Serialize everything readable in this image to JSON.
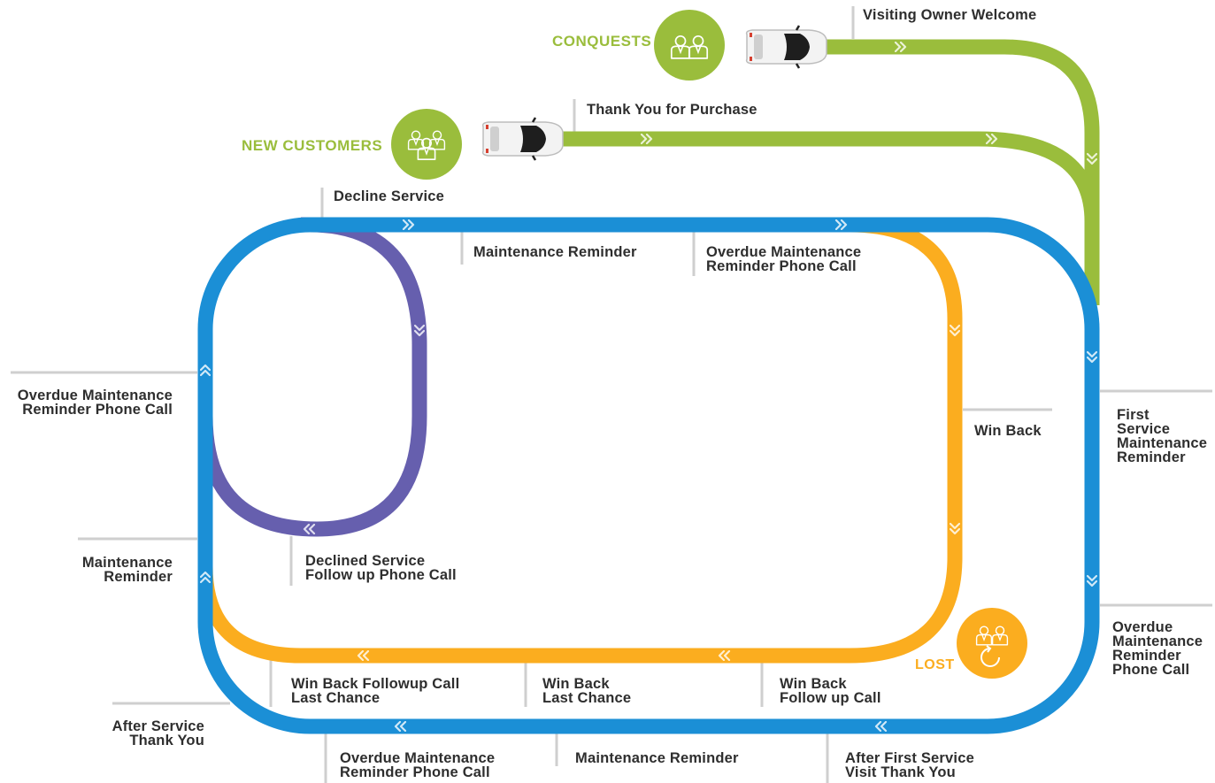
{
  "colors": {
    "green": "#9abd3c",
    "blue": "#1b8fd6",
    "purple": "#665fae",
    "orange": "#fbad1f",
    "tick": "#cfcfcf",
    "text": "#2e2e2e"
  },
  "segments": {
    "conquests": "CONQUESTS",
    "new_customers": "NEW CUSTOMERS",
    "lost": "LOST"
  },
  "labels": {
    "visiting_owner_welcome": "Visiting Owner Welcome",
    "thank_you_purchase": "Thank You for Purchase",
    "decline_service": "Decline Service",
    "maintenance_reminder_top": "Maintenance Reminder",
    "overdue_top_line1": "Overdue Maintenance",
    "overdue_top_line2": "Reminder Phone Call",
    "overdue_left_line1": "Overdue Maintenance",
    "overdue_left_line2": "Reminder Phone Call",
    "win_back": "Win Back",
    "first_service_line1": "First",
    "first_service_line2": "Service",
    "first_service_line3": "Maintenance",
    "first_service_line4": "Reminder",
    "maint_left_line1": "Maintenance",
    "maint_left_line2": "Reminder",
    "declined_line1": "Declined Service",
    "declined_line2": "Follow up Phone Call",
    "overdue_right_line1": "Overdue",
    "overdue_right_line2": "Maintenance",
    "overdue_right_line3": "Reminder",
    "overdue_right_line4": "Phone Call",
    "winback_followup_line1": "Win Back Followup Call",
    "winback_followup_line2": "Last Chance",
    "winback_last_line1": "Win Back",
    "winback_last_line2": "Last Chance",
    "winback_follow_line1": "Win Back",
    "winback_follow_line2": "Follow up Call",
    "after_service_line1": "After Service",
    "after_service_line2": "Thank You",
    "overdue_bottom_line1": "Overdue Maintenance",
    "overdue_bottom_line2": "Reminder Phone Call",
    "maintenance_reminder_bottom": "Maintenance Reminder",
    "after_first_line1": "After First Service",
    "after_first_line2": "Visit Thank You"
  },
  "icons": {
    "conquests": "people-group-icon",
    "new_customers": "people-group-icon",
    "lost": "people-return-icon",
    "car": "car-icon",
    "arrows": "double-chevron-icon"
  }
}
